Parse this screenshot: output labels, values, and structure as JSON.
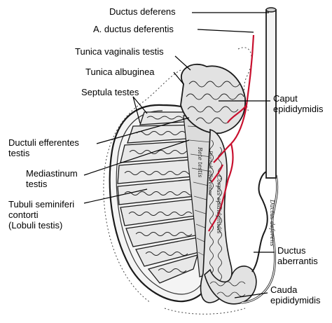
{
  "labels": {
    "ductus_deferens": "Ductus deferens",
    "a_ductus_deferentis": "A. ductus deferentis",
    "tunica_vaginalis": "Tunica vaginalis testis",
    "tunica_albuginea": "Tunica albuginea",
    "septula_testes": "Septula testes",
    "caput_1": "Caput",
    "caput_2": "epididymidis",
    "ductuli_1": "Ductuli efferentes",
    "ductuli_2": "testis",
    "mediastinum_1": "Mediastinum",
    "mediastinum_2": "testis",
    "tubuli_1": "Tubuli seminiferi",
    "tubuli_2": "contorti",
    "tubuli_3": "(Lobuli testis)",
    "aberrantis_1": "Ductus",
    "aberrantis_2": "aberrantis",
    "cauda_1": "Cauda",
    "cauda_2": "epididymidis"
  },
  "inscriptions": {
    "ductus_deferens_vertical": "Ductus deferens",
    "rete_testis_vertical": "Rete testis",
    "ductuli_vertical": "Ductuli efferentes",
    "corpus_vertical": "Corpus epididymidis"
  },
  "colors": {
    "artery": "#c8102e",
    "ink": "#1a1a1a",
    "background": "#ffffff"
  }
}
